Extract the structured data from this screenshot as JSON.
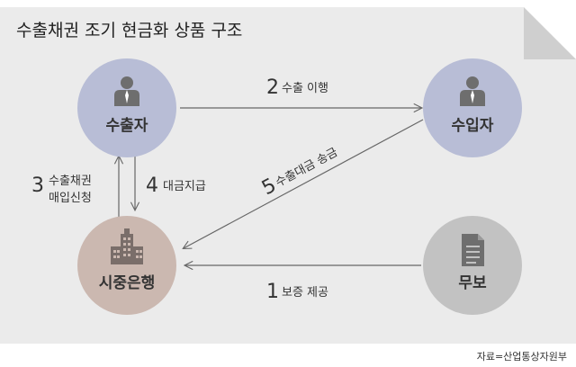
{
  "title": "수출채권 조기 현금화 상품 구조",
  "source": "자료=산업통상자원부",
  "colors": {
    "panel": "#ebebeb",
    "fold": "#cfcfcf",
    "exporter": "#b8bdd6",
    "importer": "#b8bdd6",
    "bank": "#cbb8b0",
    "ksure": "#c2c2c2",
    "arrow": "#666666",
    "text": "#333333",
    "icon": "#6e6e6e"
  },
  "nodes": {
    "exporter": {
      "label": "수출자",
      "icon": "person-icon"
    },
    "importer": {
      "label": "수입자",
      "icon": "person-icon"
    },
    "bank": {
      "label": "시중은행",
      "icon": "building-icon"
    },
    "ksure": {
      "label": "무보",
      "icon": "document-icon"
    }
  },
  "steps": [
    {
      "num": "1",
      "label": "보증 제공"
    },
    {
      "num": "2",
      "label": "수출 이행"
    },
    {
      "num": "3",
      "label_lines": [
        "수출채권",
        "매입신청"
      ]
    },
    {
      "num": "4",
      "label": "대금지급"
    },
    {
      "num": "5",
      "label": "수출대금 송금"
    }
  ]
}
